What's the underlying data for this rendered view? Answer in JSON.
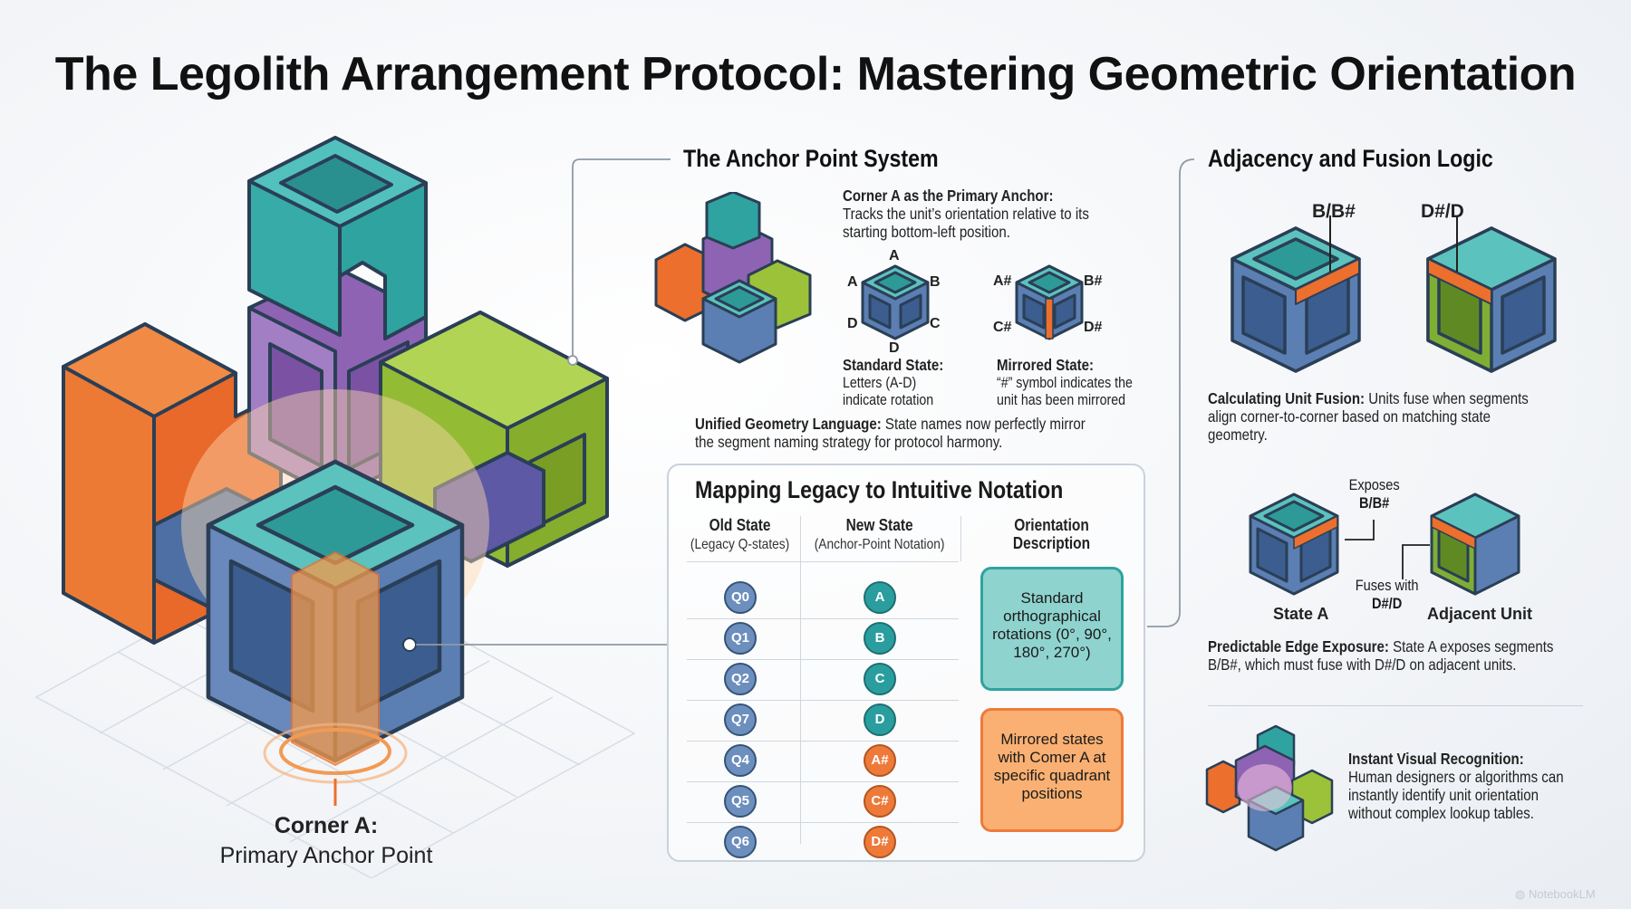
{
  "title": "The Legolith Arrangement Protocol: Mastering Geometric Orientation",
  "corner_label": {
    "title": "Corner A:",
    "subtitle": "Primary Anchor Point"
  },
  "anchor": {
    "heading": "The Anchor Point System",
    "primary_title": "Corner A as the Primary Anchor:",
    "primary_text_1": "Tracks the unit’s orientation relative to its",
    "primary_text_2": "starting bottom-left position.",
    "standard_letters": {
      "top": "A",
      "left": "A",
      "right": "B",
      "bl": "D",
      "br": "C",
      "bottom": "D"
    },
    "mirrored_letters": {
      "tl": "A#",
      "tr": "B#",
      "bl": "C#",
      "br": "D#"
    },
    "standard_title": "Standard State:",
    "standard_text_1": "Letters (A-D)",
    "standard_text_2": "indicate rotation",
    "mirrored_title": "Mirrored State:",
    "mirrored_text_1": "“#” symbol indicates the",
    "mirrored_text_2": "unit has been mirrored",
    "unified_title": "Unified Geometry Language:",
    "unified_text_1": "State names now perfectly mirror",
    "unified_text_2": "the segment naming strategy for protocol harmony."
  },
  "mapping": {
    "heading": "Mapping Legacy to Intuitive Notation",
    "col_old": "Old State",
    "col_old_sub": "(Legacy Q-states)",
    "col_new": "New State",
    "col_new_sub": "(Anchor-Point Notation)",
    "col_desc_1": "Orientation",
    "col_desc_2": "Description",
    "rows": [
      {
        "old": "Q0",
        "new": "A",
        "kind": "teal"
      },
      {
        "old": "Q1",
        "new": "B",
        "kind": "teal"
      },
      {
        "old": "Q2",
        "new": "C",
        "kind": "teal"
      },
      {
        "old": "Q7",
        "new": "D",
        "kind": "teal"
      },
      {
        "old": "Q4",
        "new": "A#",
        "kind": "orange"
      },
      {
        "old": "Q5",
        "new": "C#",
        "kind": "orange"
      },
      {
        "old": "Q6",
        "new": "D#",
        "kind": "orange"
      }
    ],
    "desc_standard": "Standard orthographical rotations (0°, 90°, 180°, 270°)",
    "desc_mirrored": "Mirrored states with Comer A at specific quadrant positions"
  },
  "adjacency": {
    "heading": "Adjacency and Fusion Logic",
    "label_left": "B/B#",
    "label_right": "D#/D",
    "fusion_title": "Calculating Unit Fusion:",
    "fusion_text_1": "Units fuse when segments",
    "fusion_text_2": "align corner-to-corner based on matching state",
    "fusion_text_3": "geometry.",
    "exposes_1": "Exposes",
    "exposes_2": "B/B#",
    "fuses_1": "Fuses with",
    "fuses_2": "D#/D",
    "state_a": "State A",
    "adjacent_unit": "Adjacent Unit",
    "edge_title": "Predictable Edge Exposure:",
    "edge_text_1": "State A exposes segments",
    "edge_text_2": "B/B#, which must fuse with D#/D on adjacent units.",
    "instant_title": "Instant Visual Recognition:",
    "instant_text_1": "Human designers or algorithms can",
    "instant_text_2": "instantly identify unit orientation",
    "instant_text_3": "without complex lookup tables."
  },
  "watermark": "NotebookLM",
  "colors": {
    "teal": "#3fb6b2",
    "blue": "#5b7fb3",
    "purple": "#8e63b4",
    "orange": "#ec6f2d",
    "green": "#9cc23a",
    "outline": "#2a3f56"
  }
}
